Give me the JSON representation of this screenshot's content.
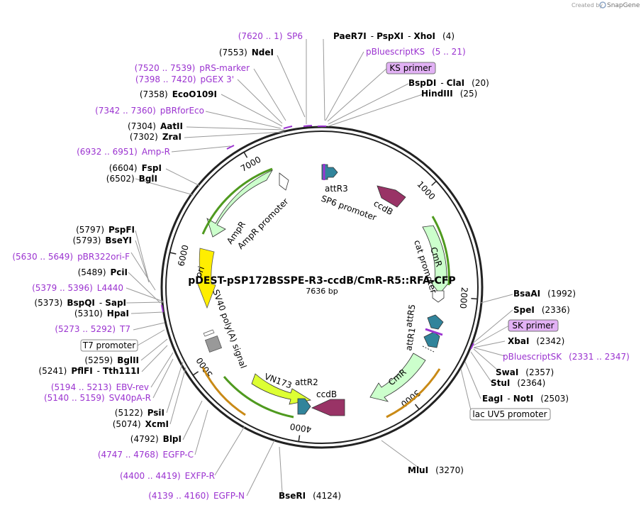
{
  "watermark": {
    "created_by": "Created by",
    "brand": "SnapGene"
  },
  "plasmid": {
    "name": "pDEST-pSP172BSSPE-R3-ccdB/CmR-R5::RFA-CFP",
    "size": "7636 bp"
  },
  "ticks": [
    "1000",
    "2000",
    "3000",
    "4000",
    "5000",
    "6000",
    "7000"
  ],
  "sites": {
    "sp6_primer": {
      "range": "(7620 .. 1)",
      "name": "SP6"
    },
    "ndeI": {
      "pos": "(7553)",
      "name": "NdeI"
    },
    "prs_marker": {
      "range": "(7520 .. 7539)",
      "name": "pRS-marker"
    },
    "pgex3": {
      "range": "(7398 .. 7420)",
      "name": "pGEX 3'"
    },
    "ecoO109I": {
      "pos": "(7358)",
      "name": "EcoO109I"
    },
    "pbrforeco": {
      "range": "(7342 .. 7360)",
      "name": "pBRforEco"
    },
    "aatII": {
      "pos": "(7304)",
      "name": "AatII"
    },
    "zraI": {
      "pos": "(7302)",
      "name": "ZraI"
    },
    "ampr_primer": {
      "range": "(6932 .. 6951)",
      "name": "Amp-R"
    },
    "fspI": {
      "pos": "(6604)",
      "name": "FspI"
    },
    "bglI": {
      "pos": "(6502)",
      "name": "BglI"
    },
    "pspFI": {
      "pos": "(5797)",
      "name": "PspFI"
    },
    "bseYI": {
      "pos": "(5793)",
      "name": "BseYI"
    },
    "pbr322ori": {
      "range": "(5630 .. 5649)",
      "name": "pBR322ori-F"
    },
    "pciI": {
      "pos": "(5489)",
      "name": "PciI"
    },
    "l4440": {
      "range": "(5379 .. 5396)",
      "name": "L4440"
    },
    "bspQI": {
      "pos": "(5373)",
      "name": "BspQI",
      "sep": "-",
      "name2": "SapI"
    },
    "hpaI": {
      "pos": "(5310)",
      "name": "HpaI"
    },
    "t7": {
      "range": "(5273 .. 5292)",
      "name": "T7"
    },
    "t7_promoter": {
      "name": "T7 promoter"
    },
    "bglII": {
      "pos": "(5259)",
      "name": "BglII"
    },
    "pflFI": {
      "pos": "(5241)",
      "name": "PflFI",
      "sep": "-",
      "name2": "Tth111I"
    },
    "ebv_rev": {
      "range": "(5194 .. 5213)",
      "name": "EBV-rev"
    },
    "sv40pa_r": {
      "range": "(5140 .. 5159)",
      "name": "SV40pA-R"
    },
    "psiI": {
      "pos": "(5122)",
      "name": "PsiI"
    },
    "xcmI": {
      "pos": "(5074)",
      "name": "XcmI"
    },
    "blpI": {
      "pos": "(4792)",
      "name": "BlpI"
    },
    "egfp_c": {
      "range": "(4747 .. 4768)",
      "name": "EGFP-C"
    },
    "exfp_r": {
      "range": "(4400 .. 4419)",
      "name": "EXFP-R"
    },
    "egfp_n": {
      "range": "(4139 .. 4160)",
      "name": "EGFP-N"
    },
    "bseRI": {
      "name": "BseRI",
      "pos": "(4124)"
    },
    "paeR7I": {
      "name": "PaeR7I",
      "sep": "-",
      "name2": "PspXI",
      "sep2": "-",
      "name3": "XhoI",
      "pos": "(4)"
    },
    "pbluescriptKS": {
      "name": "pBluescriptKS",
      "range": "(5 .. 21)"
    },
    "ks_primer": {
      "name": "KS primer"
    },
    "bspDI": {
      "name": "BspDI",
      "sep": "-",
      "name2": "ClaI",
      "pos": "(20)"
    },
    "hindIII": {
      "name": "HindIII",
      "pos": "(25)"
    },
    "bsaAI": {
      "name": "BsaAI",
      "pos": "(1992)"
    },
    "speI": {
      "name": "SpeI",
      "pos": "(2336)"
    },
    "sk_primer": {
      "name": "SK primer"
    },
    "xbaI": {
      "name": "XbaI",
      "pos": "(2342)"
    },
    "pbluescriptSK": {
      "name": "pBluescriptSK",
      "range": "(2331 .. 2347)"
    },
    "swaI": {
      "name": "SwaI",
      "pos": "(2357)"
    },
    "stuI": {
      "name": "StuI",
      "pos": "(2364)"
    },
    "eagI": {
      "name": "EagI",
      "sep": "-",
      "name2": "NotI",
      "pos": "(2503)"
    },
    "lacuv5": {
      "name": "lac UV5 promoter"
    },
    "mluI": {
      "name": "MluI",
      "pos": "(3270)"
    }
  },
  "features": {
    "attR3": "attR3",
    "sp6_promoter": "SP6 promoter",
    "ccdB_top": "ccdB",
    "cmR_top": "CmR",
    "cat_promoter": "cat promoter",
    "attR5": "attR5",
    "attR1": "attR1",
    "cmR_bottom": "CmR",
    "ccdB_bottom": "ccdB",
    "attR2": "attR2",
    "vn173": "VN173",
    "sv40_polyA": "SV40 poly(A) signal",
    "ori": "ori",
    "ampR": "AmpR",
    "ampR_promoter": "AmpR promoter"
  },
  "colors": {
    "purple_text": "#9b33d0",
    "ampR": "#ccffcc",
    "ori": "#ffee00",
    "vn173": "#ddff33",
    "ccdB": "#993366",
    "att": "#31849b",
    "cmR": "#ccffcc",
    "cds_arc_green": "#4f9a1f",
    "cds_arc_orange": "#c98a16",
    "primer_box": "#e2b1f5"
  }
}
